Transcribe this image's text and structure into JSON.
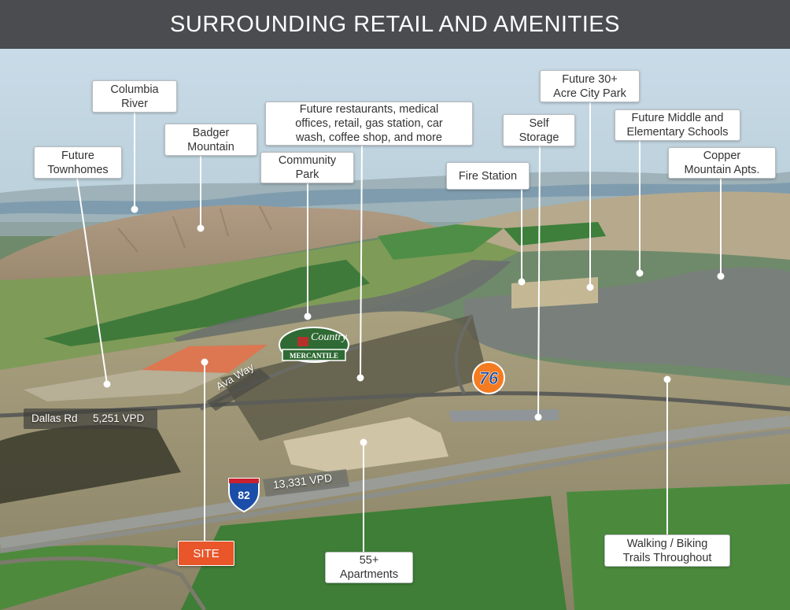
{
  "header": {
    "title": "SURROUNDING RETAIL AND AMENITIES"
  },
  "callouts": {
    "columbia_river": "Columbia\nRiver",
    "future_townhomes": "Future\nTownhomes",
    "badger_mountain": "Badger\nMountain",
    "community_park": "Community\nPark",
    "future_restaurants": "Future restaurants, medical\noffices, retail, gas station, car\nwash, coffee shop, and more",
    "fire_station": "Fire Station",
    "self_storage": "Self\nStorage",
    "city_park": "Future 30+\nAcre City Park",
    "schools": "Future Middle and\nElementary Schools",
    "copper_mountain": "Copper\nMountain Apts.",
    "trails": "Walking / Biking\nTrails Throughout",
    "apartments_55": "55+\nApartments"
  },
  "site_label": "SITE",
  "roads": {
    "ava_way": "Ava Way",
    "dallas_rd": "Dallas Rd",
    "dallas_vpd": "5,251 VPD",
    "i82_vpd": "13,331 VPD",
    "interstate_number": "82"
  },
  "logos": {
    "country_mercantile_top": "Country",
    "country_mercantile_bottom": "MERCANTILE",
    "gas_brand": "76"
  },
  "colors": {
    "header_bg": "#4a4c4f",
    "site_parcel": "#e2734e",
    "site_label_bg": "#e8562a",
    "gas_brand_orange": "#f47b20",
    "gas_brand_blue": "#1a4fa0",
    "interstate_blue": "#1b4ea8",
    "interstate_red": "#c8202f"
  }
}
